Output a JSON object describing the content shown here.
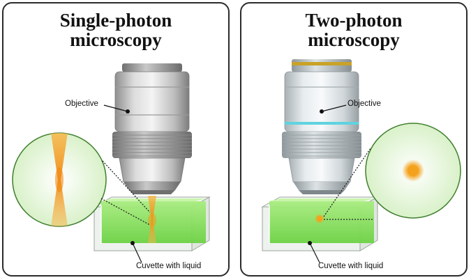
{
  "panels": [
    {
      "title_line1": "Single-photon",
      "title_line2": "microscopy",
      "objective_label": "Objective",
      "cuvette_label": "Cuvette with liquid"
    },
    {
      "title_line1": "Two-photon",
      "title_line2": "microscopy",
      "objective_label": "Objective",
      "cuvette_label": "Cuvette with liquid"
    }
  ],
  "colors": {
    "border": "#2b2b2b",
    "liquid_green": "#7ed957",
    "inset_bg": "#e6f6dc",
    "inset_border": "#3f7f2e",
    "focus_orange": "#f4a21c",
    "objective_band_gold": "#c9a227",
    "objective_band_cyan": "#5fd3e0"
  }
}
